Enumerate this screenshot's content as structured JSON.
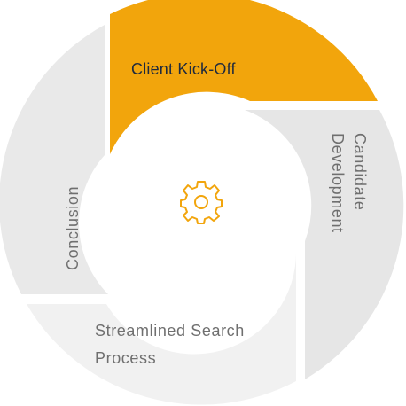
{
  "cycle": {
    "steps": [
      {
        "label_lines": [
          "Client Kick-Off"
        ],
        "color": "#f2a50c",
        "text_color": "#1f2a3d",
        "active": true
      },
      {
        "label_lines": [
          "Candidate",
          "Development"
        ],
        "color": "#e6e6e6",
        "text_color": "#6f6f6f",
        "active": false
      },
      {
        "label_lines": [
          "Streamlined Search",
          "Process"
        ],
        "color": "#f1f1f1",
        "text_color": "#6f6f6f",
        "active": false
      },
      {
        "label_lines": [
          "Conclusion"
        ],
        "color": "#e9e9e9",
        "text_color": "#6f6f6f",
        "active": false
      }
    ],
    "center_icon": "gear-icon",
    "icon_color": "#f2a50c"
  }
}
